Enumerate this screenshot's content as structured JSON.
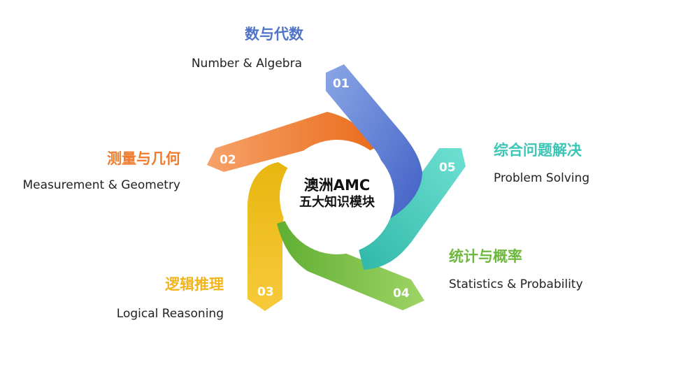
{
  "center": {
    "line1": "澳洲AMC",
    "line2": "五大知识模块"
  },
  "modules": [
    {
      "num": "01",
      "title_zh": "数与代数",
      "title_en": "Number & Algebra",
      "color": "#4e73c9"
    },
    {
      "num": "02",
      "title_zh": "测量与几何",
      "title_en": "Measurement & Geometry",
      "color": "#ef7b2d"
    },
    {
      "num": "03",
      "title_zh": "逻辑推理",
      "title_en": "Logical Reasoning",
      "color": "#f2b51b"
    },
    {
      "num": "04",
      "title_zh": "统计与概率",
      "title_en": "Statistics & Probability",
      "color": "#6fb83f"
    },
    {
      "num": "05",
      "title_zh": "综合问题解决",
      "title_en": "Problem Solving",
      "color": "#3cc6b6"
    }
  ]
}
